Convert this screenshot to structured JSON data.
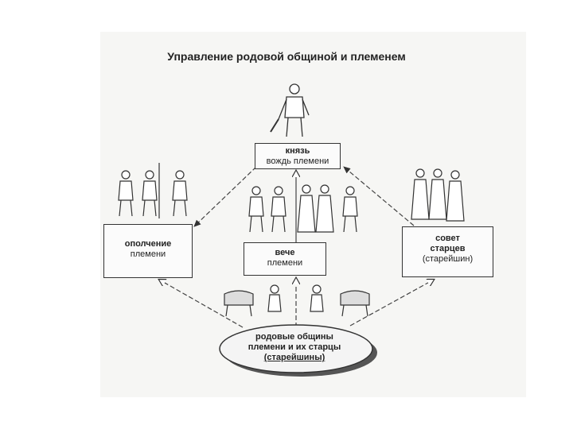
{
  "title": "Управление родовой общиной и племенем",
  "nodes": {
    "prince": {
      "name": "князь",
      "desc": "вождь племени"
    },
    "militia": {
      "name": "ополчение",
      "desc": "племени"
    },
    "veche": {
      "name": "вече",
      "desc": "племени"
    },
    "elders": {
      "name": "совет",
      "line2": "старцев",
      "desc": "(старейшин)"
    },
    "communities": {
      "line1": "родовые общины",
      "line2": "племени и их старцы",
      "line3": "(старейшины)"
    }
  },
  "colors": {
    "ink": "#222222",
    "paper": "#f6f6f4",
    "background": "#ffffff"
  }
}
